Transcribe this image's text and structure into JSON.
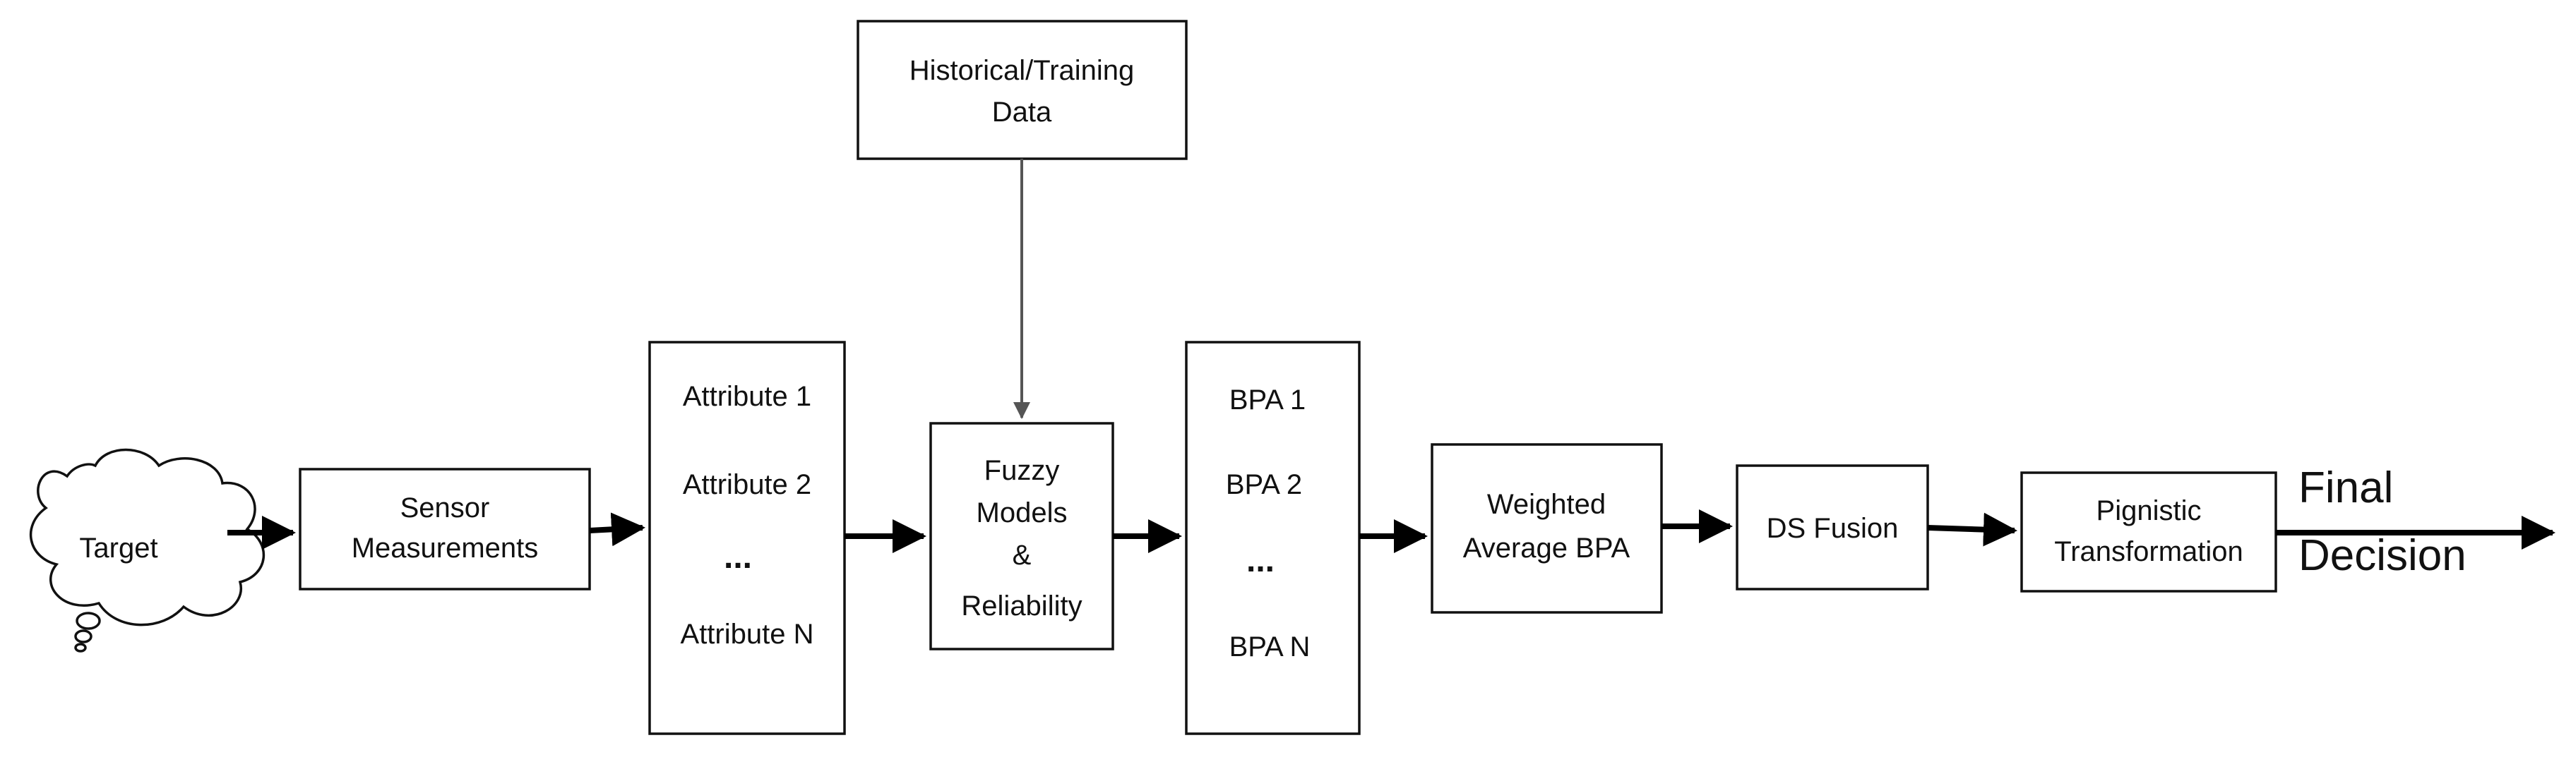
{
  "target": {
    "label": "Target"
  },
  "sensor": {
    "line1": "Sensor",
    "line2": "Measurements"
  },
  "attributes": {
    "a1": "Attribute 1",
    "a2": "Attribute 2",
    "dots": "...",
    "aN": "Attribute N"
  },
  "historical": {
    "line1": "Historical/Training",
    "line2": "Data"
  },
  "fuzzy": {
    "line1": "Fuzzy",
    "line2": "Models",
    "line3": "&",
    "line4": "Reliability"
  },
  "bpa": {
    "b1": "BPA 1",
    "b2": "BPA 2",
    "dots": "...",
    "bN": "BPA N"
  },
  "weighted": {
    "line1": "Weighted",
    "line2": "Average BPA"
  },
  "ds_fusion": {
    "label": "DS Fusion"
  },
  "pignistic": {
    "line1": "Pignistic",
    "line2": "Transformation"
  },
  "final": {
    "line1": "Final",
    "line2": "Decision"
  }
}
